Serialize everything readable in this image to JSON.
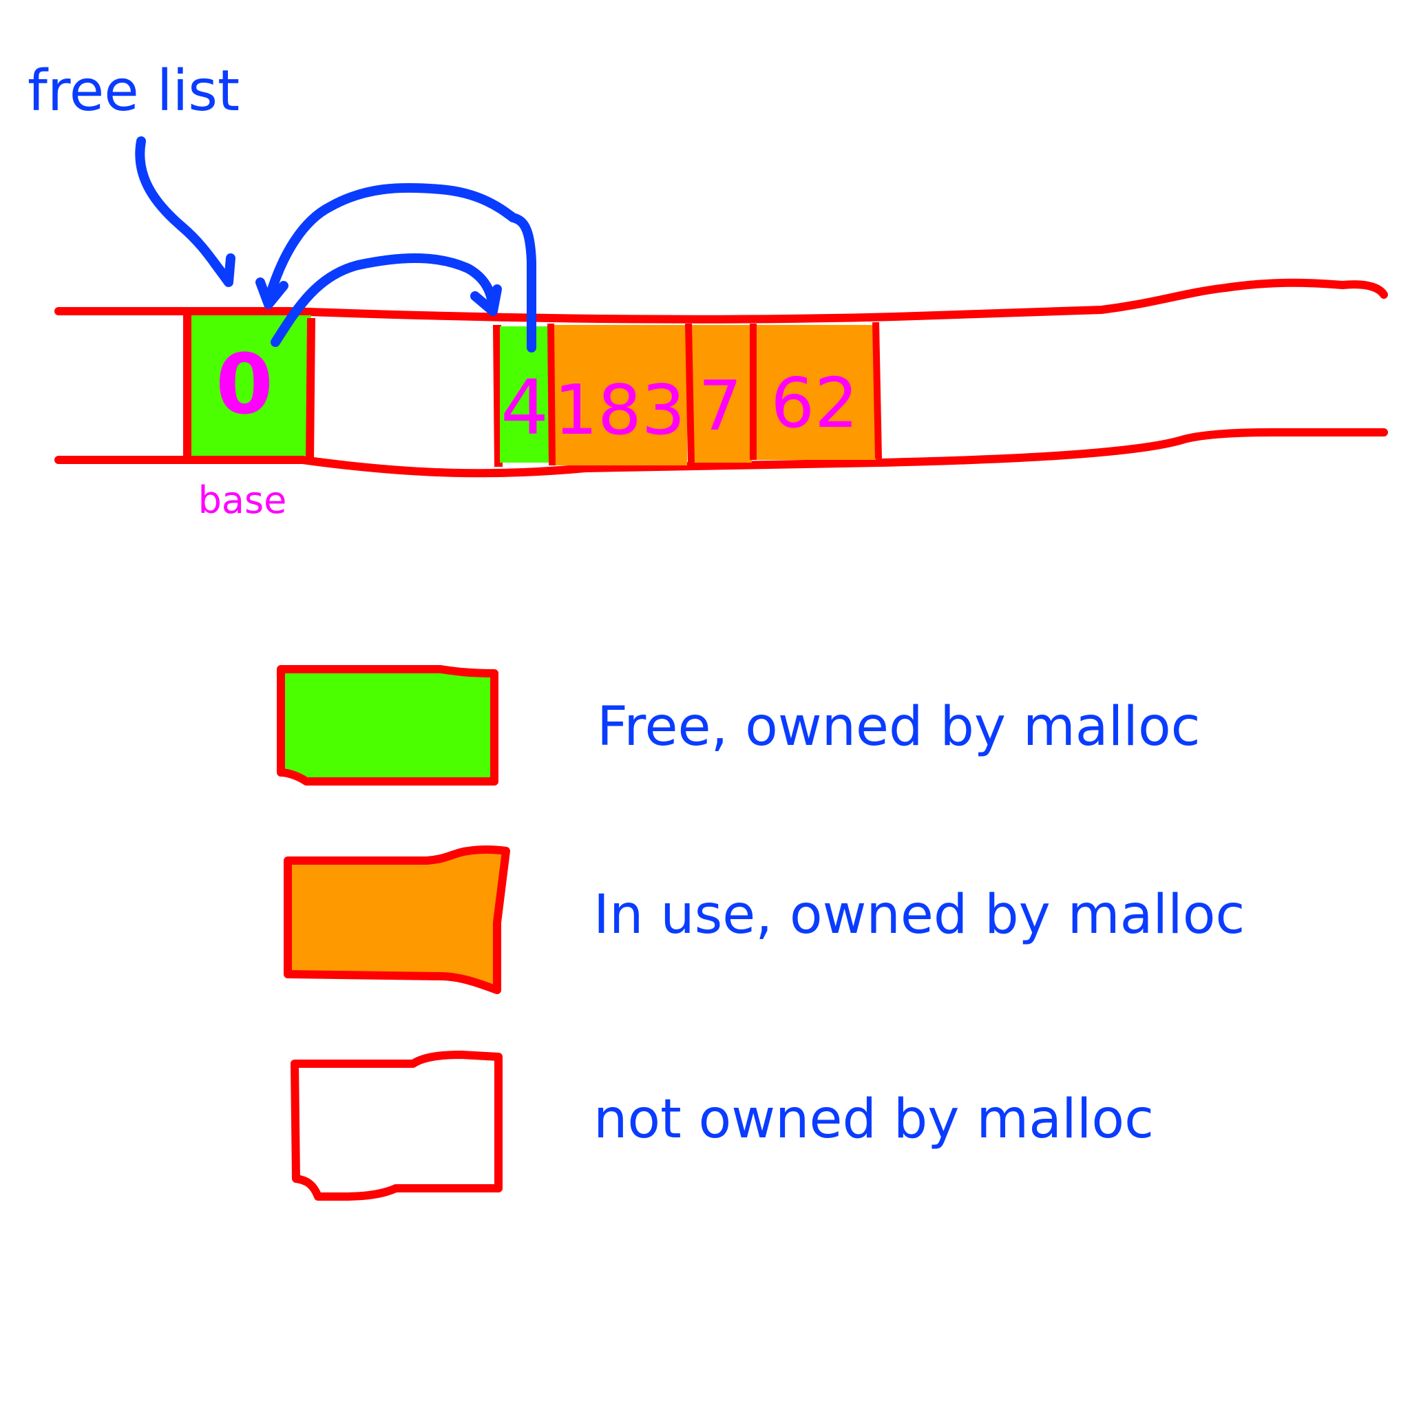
{
  "colors": {
    "outline": "#ff0000",
    "arrow": "#0a3cff",
    "label_blue": "#0a3cff",
    "digit": "#ff00ff",
    "free_fill": "#4cff00",
    "in_use_fill": "#ff9900",
    "not_owned_fill": "#ffffff"
  },
  "header": {
    "free_list_label": "free list"
  },
  "memory": {
    "base_label": "base",
    "blocks": [
      {
        "kind": "free",
        "value": "0"
      },
      {
        "kind": "not-owned",
        "value": ""
      },
      {
        "kind": "free",
        "value": "4"
      },
      {
        "kind": "in-use",
        "value": "183"
      },
      {
        "kind": "in-use",
        "value": "7"
      },
      {
        "kind": "in-use",
        "value": "62"
      },
      {
        "kind": "not-owned",
        "value": ""
      }
    ]
  },
  "legend": {
    "free": "Free, owned by malloc",
    "in_use": "In use, owned by malloc",
    "not_owned": "not owned by malloc"
  }
}
